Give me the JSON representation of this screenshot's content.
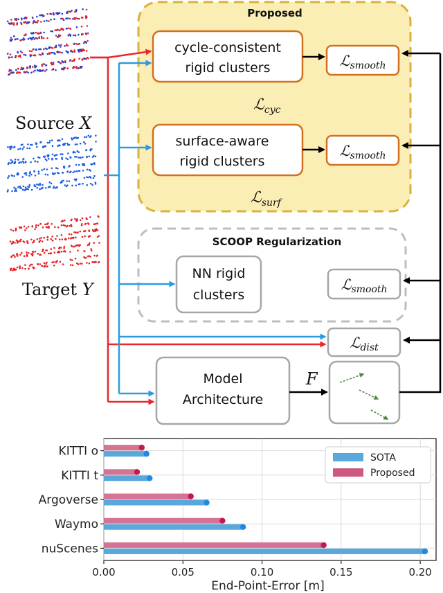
{
  "diagram": {
    "proposed_title": "Proposed",
    "cycle_box": [
      "cycle-consistent",
      "rigid clusters"
    ],
    "surface_box": [
      "surface-aware",
      "rigid clusters"
    ],
    "l_cyc": "cyc",
    "l_surf": "surf",
    "l_smooth": "smooth",
    "l_dist": "dist",
    "loss_symbol": "ℒ",
    "scoop_title": "SCOOP Regularization",
    "nn_box": [
      "NN rigid",
      "clusters"
    ],
    "model_box": [
      "Model",
      "Architecture"
    ],
    "flow_label": "F",
    "source_label": "Source",
    "source_var": "X",
    "target_label": "Target",
    "target_var": "Y",
    "colors": {
      "proposed_fill": "#fbeeb5",
      "proposed_border": "#d9b23c",
      "orange_border": "#d3701c",
      "grey_border": "#a6a6a6",
      "red_arrow": "#e8282a",
      "blue_arrow": "#2a9be0",
      "flow_arrow": "#4d8a3a"
    }
  },
  "chart_data": {
    "type": "bar",
    "orientation": "horizontal",
    "categories": [
      "KITTI o",
      "KITTI t",
      "Argoverse",
      "Waymo",
      "nuScenes"
    ],
    "series": [
      {
        "name": "SOTA",
        "color": "#5aa7dc",
        "values": [
          0.027,
          0.029,
          0.065,
          0.088,
          0.203
        ]
      },
      {
        "name": "Proposed",
        "color": "#cc5a80",
        "values": [
          0.024,
          0.021,
          0.055,
          0.075,
          0.139
        ]
      }
    ],
    "xlabel": "End-Point-Error [m]",
    "ylabel": "",
    "xlim": [
      0.0,
      0.21
    ],
    "xticks": [
      "0.00",
      "0.05",
      "0.10",
      "0.15",
      "0.20"
    ],
    "grid": true,
    "legend": "top-right"
  }
}
